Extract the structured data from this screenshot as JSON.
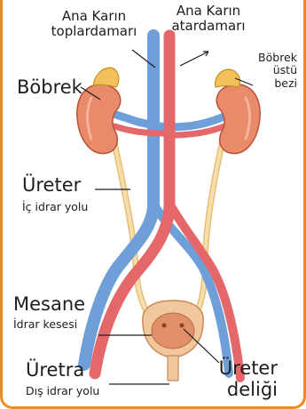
{
  "labels": {
    "vein": "Ana Karın\ntoplardamarı",
    "artery": "Ana Karın\natardamarı",
    "kidney": "Böbrek",
    "adrenal": "Böbrek\nüstü\nbezi",
    "ureter": "Üreter",
    "ureter_sub": "İç idrar yolu",
    "bladder": "Mesane",
    "bladder_sub": "İdrar kesesi",
    "urethra": "Üretra",
    "urethra_sub": "Dış idrar yolu",
    "ureter_opening": "Üreter\ndeliği"
  },
  "colors": {
    "frame": "#f08a1e",
    "vein": "#6f9fd8",
    "artery": "#e4686a",
    "kidney": "#e98b6b",
    "adrenal": "#f2c15a",
    "ureter": "#f3d594",
    "bladder": "#f1c79d",
    "text": "#1d1d1b"
  }
}
